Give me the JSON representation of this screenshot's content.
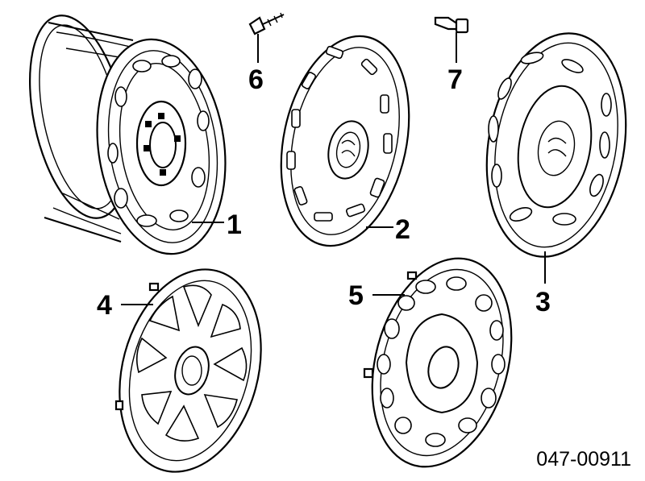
{
  "diagram": {
    "callouts": [
      {
        "id": "1",
        "label": "1"
      },
      {
        "id": "2",
        "label": "2"
      },
      {
        "id": "3",
        "label": "3"
      },
      {
        "id": "4",
        "label": "4"
      },
      {
        "id": "5",
        "label": "5"
      },
      {
        "id": "6",
        "label": "6"
      },
      {
        "id": "7",
        "label": "7"
      }
    ],
    "reference_number": "047-00911"
  },
  "colors": {
    "ink": "#000000",
    "paper": "#ffffff"
  }
}
